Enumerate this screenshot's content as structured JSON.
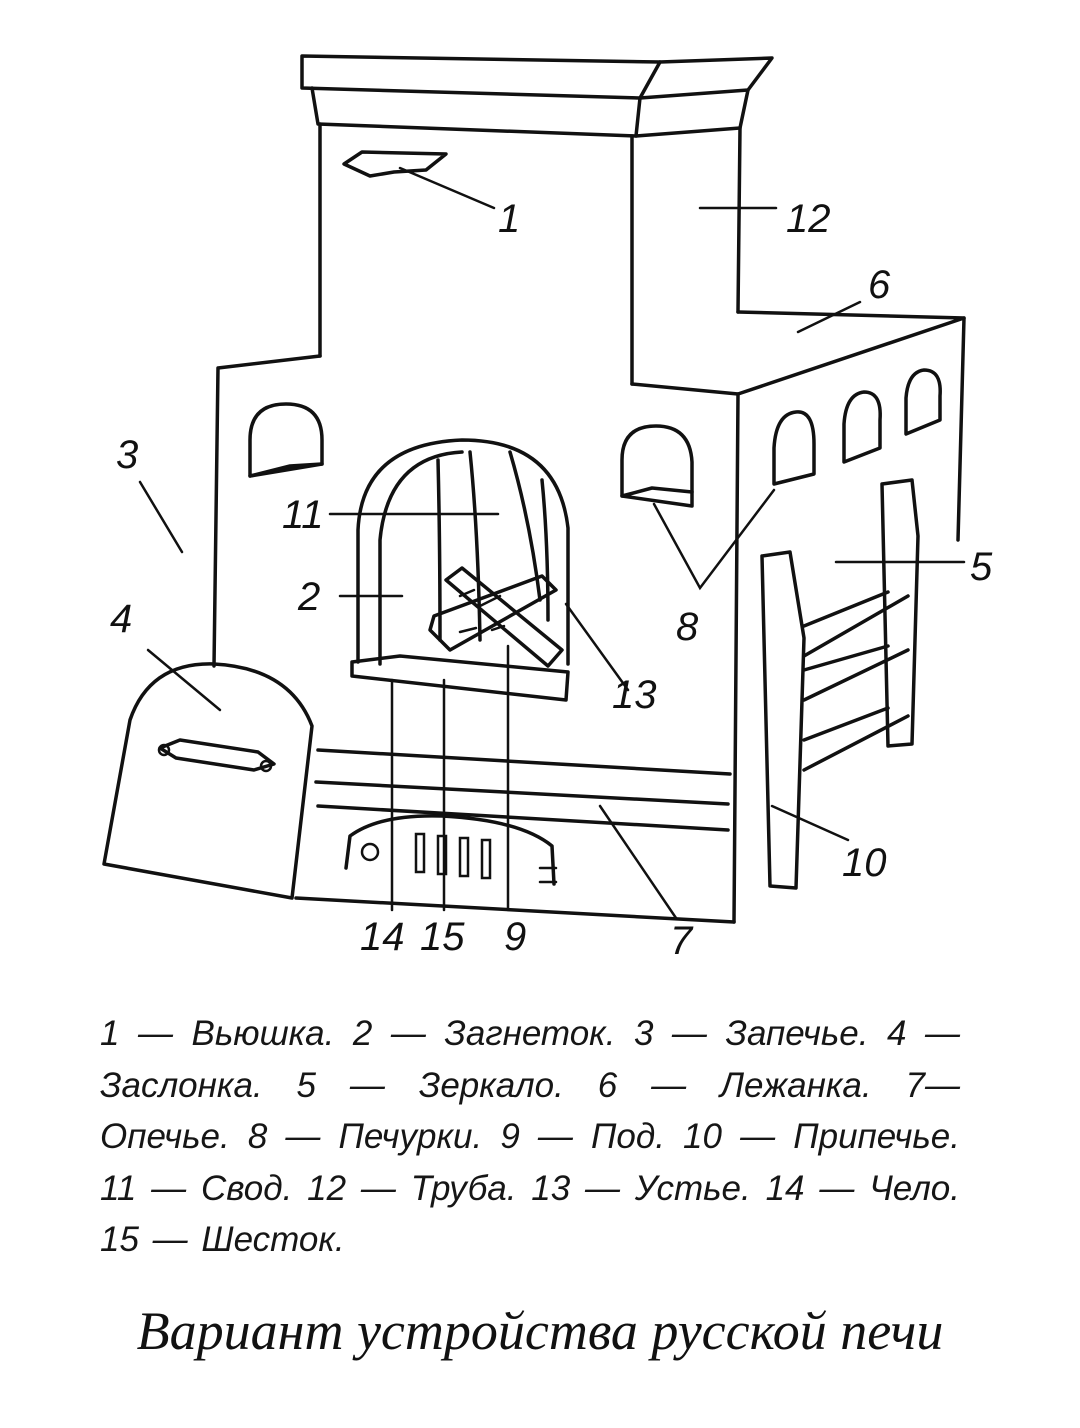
{
  "labels": {
    "n1": "1",
    "n2": "2",
    "n3": "3",
    "n4": "4",
    "n5": "5",
    "n6": "6",
    "n7": "7",
    "n8": "8",
    "n9": "9",
    "n10": "10",
    "n11": "11",
    "n12": "12",
    "n13": "13",
    "n14": "14",
    "n15": "15"
  },
  "legend": "1 — Вьюшка. 2 — Загнеток. 3 — Запечье. 4 — Заслонка. 5 — Зеркало. 6 — Лежанка. 7— Опечье. 8 — Печурки. 9 — Под. 10 — Припечье. 11 — Свод. 12 — Труба. 13 — Устье. 14 — Чело. 15 — Шесток.",
  "caption": "Вариант устройства русской печи"
}
